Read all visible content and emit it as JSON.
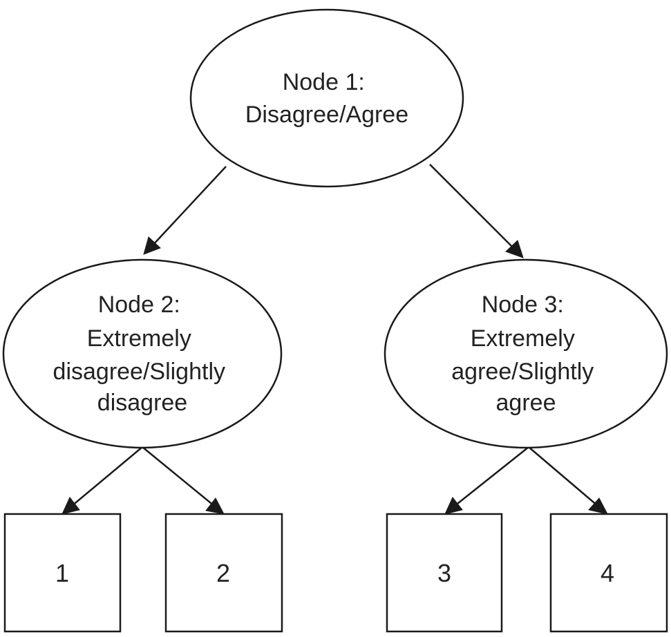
{
  "diagram": {
    "type": "tree",
    "nodes": [
      {
        "id": "node1",
        "shape": "ellipse",
        "lines": [
          "Node 1:",
          "Disagree/Agree"
        ]
      },
      {
        "id": "node2",
        "shape": "ellipse",
        "lines": [
          "Node 2:",
          "Extremely",
          "disagree/Slightly",
          "disagree"
        ]
      },
      {
        "id": "node3",
        "shape": "ellipse",
        "lines": [
          "Node 3:",
          "Extremely",
          "agree/Slightly",
          "agree"
        ]
      },
      {
        "id": "leaf1",
        "shape": "box",
        "lines": [
          "1"
        ]
      },
      {
        "id": "leaf2",
        "shape": "box",
        "lines": [
          "2"
        ]
      },
      {
        "id": "leaf3",
        "shape": "box",
        "lines": [
          "3"
        ]
      },
      {
        "id": "leaf4",
        "shape": "box",
        "lines": [
          "4"
        ]
      }
    ],
    "edges": [
      {
        "from": "node1",
        "to": "node2"
      },
      {
        "from": "node1",
        "to": "node3"
      },
      {
        "from": "node2",
        "to": "leaf1"
      },
      {
        "from": "node2",
        "to": "leaf2"
      },
      {
        "from": "node3",
        "to": "leaf3"
      },
      {
        "from": "node3",
        "to": "leaf4"
      }
    ]
  }
}
